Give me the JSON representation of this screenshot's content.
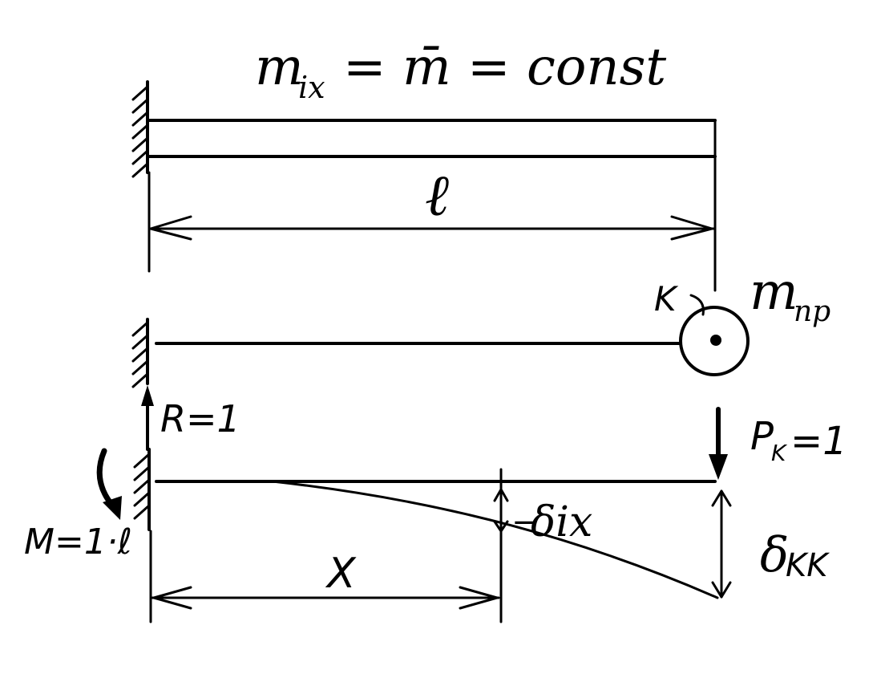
{
  "title": {
    "lhs": "m",
    "lhs_sub": "ix",
    "rhs": "= m̄ = const"
  },
  "top_beam": {
    "span_label": "ℓ"
  },
  "mass_scheme": {
    "point_label": "K",
    "mass": "m",
    "mass_sub": "пр"
  },
  "unit_load_scheme": {
    "reaction": "R=1",
    "moment": "M=1·ℓ",
    "load": "P",
    "load_sub": "K",
    "load_value": "=1",
    "deflection_x": "δix",
    "deflection_x_sign": "−",
    "deflection_k": "δ",
    "deflection_k_sub": "KK",
    "coordinate": "X"
  },
  "colors": {
    "ink": "#000000",
    "paper": "#ffffff"
  }
}
